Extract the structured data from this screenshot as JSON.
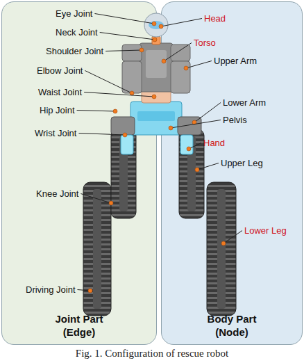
{
  "diagram": {
    "caption": "Fig. 1. Configuration of rescue robot",
    "nodes": [
      {
        "text": [
          "Joint Part (Edge)"
        ]
      },
      {
        "text": [
          "Body Part (Node)"
        ]
      }
    ],
    "labels": [
      "Eye Joint",
      "Neck Joint",
      "Shoulder Joint",
      "Elbow Joint",
      "Waist Joint",
      "Hip Joint",
      "Wrist Joint",
      "Knee Joint",
      "Driving Joint",
      "Head",
      "Torso",
      "Upper Arm",
      "Lower Arm",
      "Pelvis",
      "Hand",
      "Upper Leg",
      "Lower Leg"
    ]
  }
}
